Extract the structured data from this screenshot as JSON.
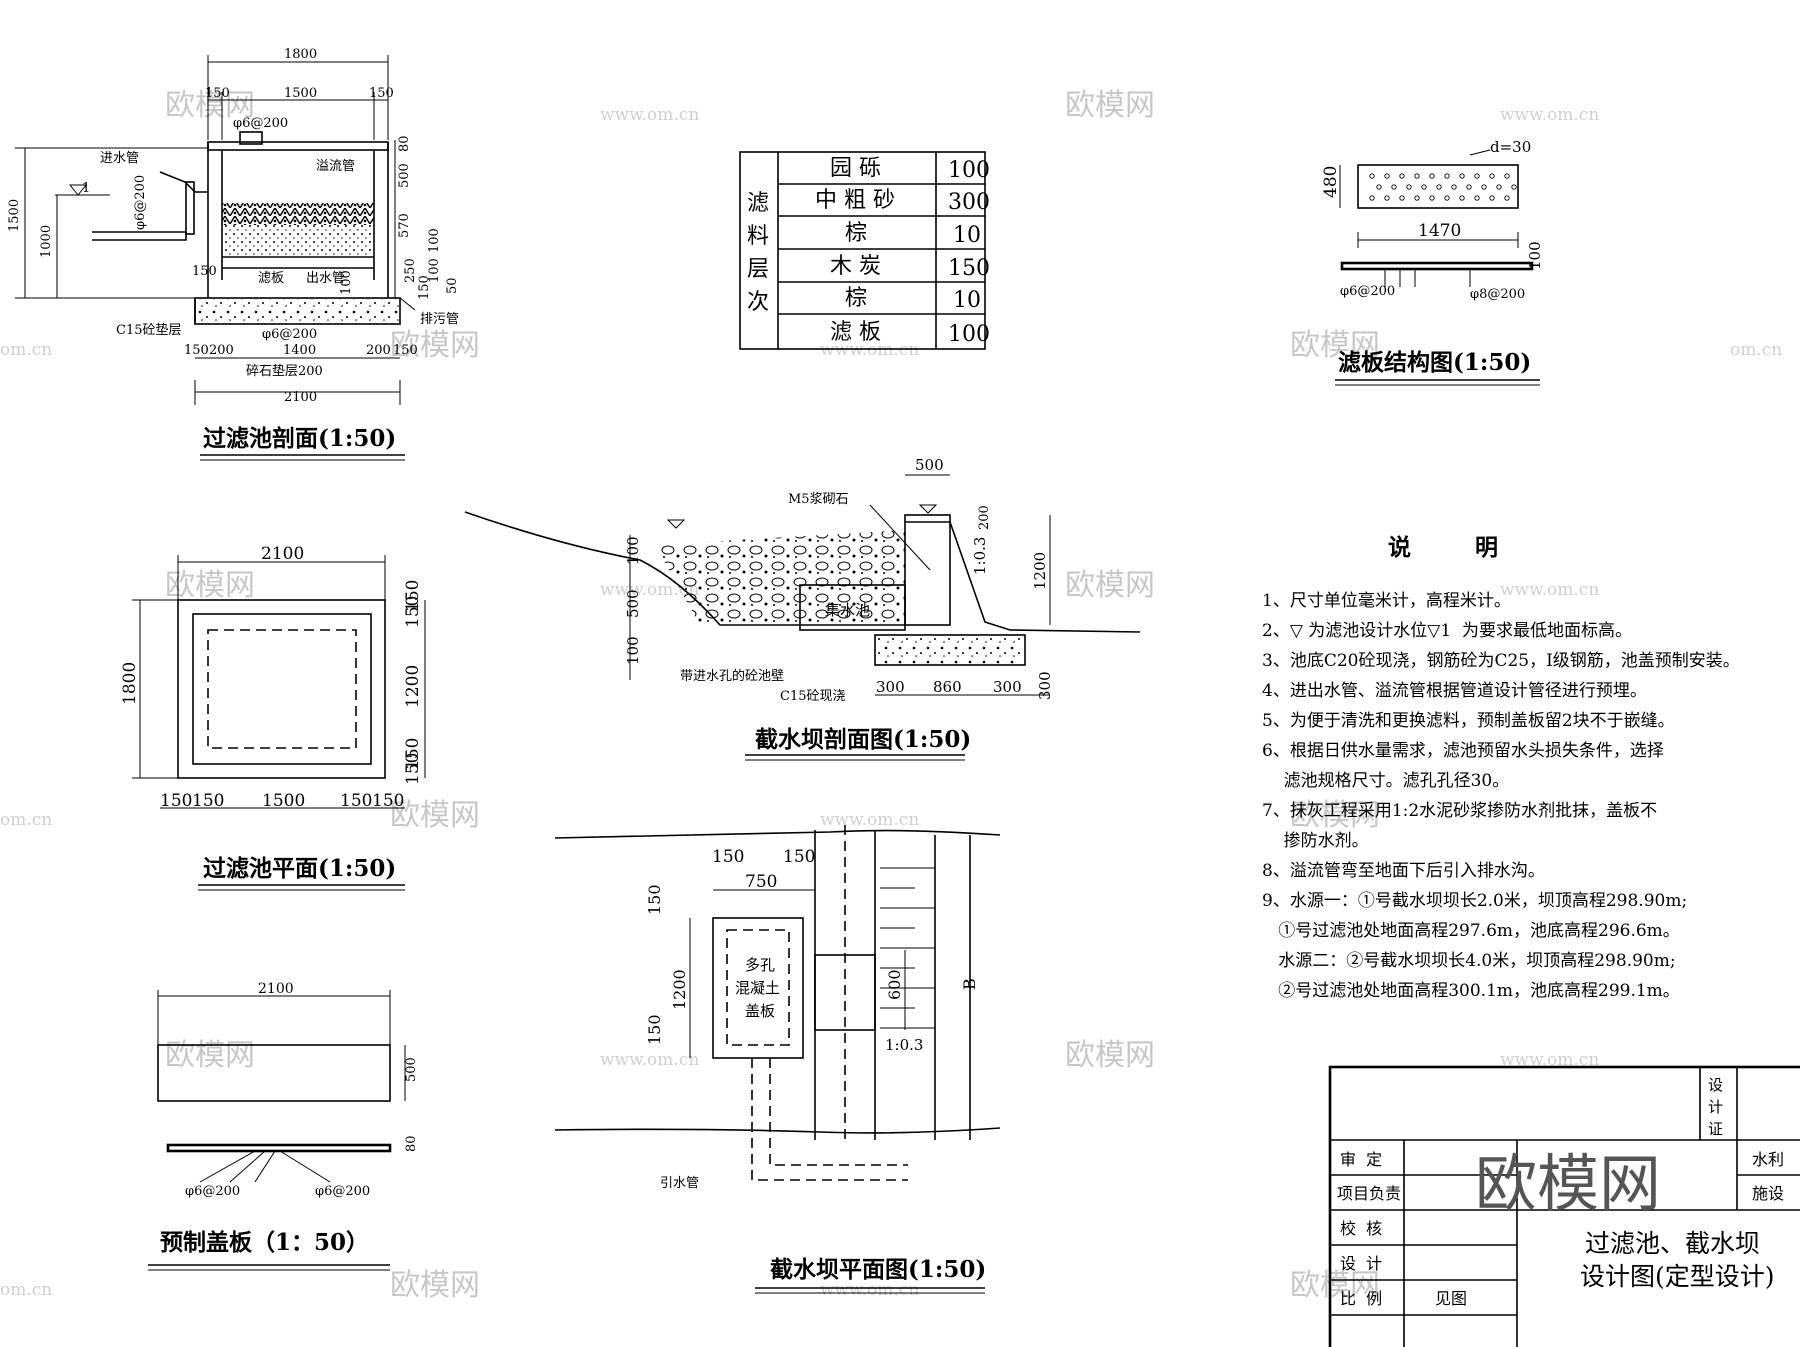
{
  "section": {
    "title": "过滤池剖面(1:50)",
    "dims": {
      "top_total": "1800",
      "top_l": "150",
      "top_mid": "1500",
      "top_r": "150",
      "left_total": "1500",
      "left_inner": "1000",
      "r_80": "80",
      "r_500": "500",
      "r_570": "570",
      "r_100a": "100",
      "r_100b": "100",
      "r_50": "50",
      "r_150": "150",
      "r_250": "250",
      "bot_150a": "150",
      "bot_200a": "200",
      "bot_1400": "1400",
      "bot_200b": "200",
      "bot_150b": "150",
      "bot_total": "2100",
      "left_150": "150",
      "pipe_100": "100"
    },
    "labels": {
      "pipe_top": "φ6@200",
      "inlet": "进水管",
      "overflow": "溢流管",
      "pipe_phi": "φ6@200",
      "filter_plate": "滤板",
      "outlet": "出水管",
      "drain": "排污管",
      "cushion": "C15砼垫层",
      "pipe_bot": "φ6@200",
      "gravel": "碎石垫层200",
      "water_mark": "1"
    }
  },
  "layers_table": {
    "group_label": "滤料层次",
    "rows": [
      {
        "name": "园 砾",
        "value": "100"
      },
      {
        "name": "中 粗 砂",
        "value": "300"
      },
      {
        "name": "棕",
        "value": "10"
      },
      {
        "name": "木 炭",
        "value": "150"
      },
      {
        "name": "棕",
        "value": "10"
      },
      {
        "name": "滤 板",
        "value": "100"
      }
    ]
  },
  "filter_plate": {
    "title": "滤板结构图(1:50)",
    "d_label": "d=30",
    "h": "480",
    "w": "1470",
    "t": "100",
    "rebar1": "φ6@200",
    "rebar2": "φ8@200"
  },
  "plan": {
    "title": "过滤池平面(1:50)",
    "w": "2100",
    "h": "1800",
    "r_150a": "150",
    "r_150b": "150",
    "r_1200": "1200",
    "r_150c": "150",
    "r_150d": "150",
    "b_150a": "150",
    "b_150b": "150",
    "b_1500": "1500",
    "b_150c": "150",
    "b_150d": "150"
  },
  "dam_section": {
    "title": "截水坝剖面图(1:50)",
    "top_w": "500",
    "mortar": "M5浆砌石",
    "pool": "集水池",
    "slope": "1:0.3",
    "h_200": "200",
    "h_1200": "1200",
    "l_100a": "100",
    "l_500": "500",
    "l_100b": "100",
    "wall": "带进水孔的砼池壁",
    "c15": "C15砼现浇",
    "b_300a": "300",
    "b_860": "860",
    "b_300b": "300",
    "b_300c": "300"
  },
  "cover_plate": {
    "title": "预制盖板（1：50）",
    "w": "2100",
    "h": "500",
    "t": "80",
    "rebar1": "φ6@200",
    "rebar2": "φ6@200"
  },
  "dam_plan": {
    "title": "截水坝平面图(1:50)",
    "d_150a": "150",
    "d_150b": "150",
    "d_750": "750",
    "v_150a": "150",
    "v_1200": "1200",
    "v_150b": "150",
    "cover": "多孔\n混凝土\n盖板",
    "cover_l1": "多孔",
    "cover_l2": "混凝土",
    "cover_l3": "盖板",
    "w_600": "600",
    "b_label": "B",
    "slope": "1:0.3",
    "pipe": "引水管"
  },
  "notes": {
    "heading": "说        明",
    "items": [
      "1、尺寸单位毫米计，高程米计。",
      "2、▽ 为滤池设计水位▽1  为要求最低地面标高。",
      "3、池底C20砼现浇，钢筋砼为C25，Ⅰ级钢筋，池盖预制安装。",
      "4、进出水管、溢流管根据管道设计管径进行预埋。",
      "5、为便于清洗和更换滤料，预制盖板留2块不于嵌缝。",
      "6、根据日供水量需求，滤池预留水头损失条件，选择",
      "    滤池规格尺寸。滤孔孔径30。",
      "7、抹灰工程采用1:2水泥砂浆掺防水剂批抹，盖板不",
      "    掺防水剂。",
      "8、溢流管弯至地面下后引入排水沟。",
      "9、水源一：①号截水坝坝长2.0米，坝顶高程298.90m;",
      "   ①号过滤池处地面高程297.6m，池底高程296.6m。",
      "   水源二：②号截水坝坝长4.0米，坝顶高程298.90m;",
      "   ②号过滤池处地面高程300.1m，池底高程299.1m。"
    ]
  },
  "title_block": {
    "cert": "设\n计\n证",
    "cert_l1": "设",
    "cert_l2": "计",
    "cert_l3": "证",
    "approve": "审  定",
    "project": "项目负责",
    "check": "校  核",
    "design": "设  计",
    "scale": "比  例",
    "right1": "水利",
    "right2": "施设",
    "drawing_title1": "过滤池、截水坝",
    "drawing_title2": "设计图(定型设计)",
    "scale_val": "见图",
    "logo": "欧模网"
  },
  "watermarks": {
    "brand": "欧模网",
    "site": "www.om.cn",
    "site_short": "om.cn"
  }
}
